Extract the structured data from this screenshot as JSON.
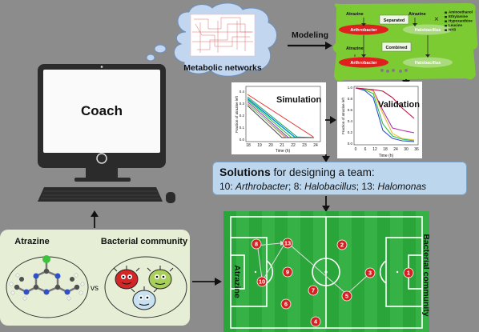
{
  "coach": {
    "label": "Coach"
  },
  "cloud": {
    "label": "Metabolic networks"
  },
  "modeling": {
    "label": "Modeling"
  },
  "model_panel": {
    "atrazine_top": "Atrazine",
    "atrazine_top2": "Atrazine",
    "atrazine_bottom": "Atrazine",
    "separated": "Separated",
    "combined": "Combined",
    "arthrobacter": "Arthrobacter",
    "halobacillus": "Halobacillus",
    "nutrients": [
      "Aminoethanol",
      "Ethylamine",
      "Hypoxanthine",
      "Leucine",
      "NH3"
    ]
  },
  "simulation": {
    "label": "Simulation",
    "ylabel": "Fraction of atrazine left",
    "xlabel": "Time (h)",
    "xticks": [
      "18",
      "19",
      "20",
      "21",
      "22",
      "23",
      "24"
    ],
    "yticks": [
      "0.0",
      "0.1",
      "0.2",
      "0.3",
      "0.4"
    ]
  },
  "validation": {
    "label": "Validation",
    "ylabel": "Fraction of atrazine left",
    "xlabel": "Time (h)",
    "xticks": [
      "0",
      "6",
      "12",
      "18",
      "24",
      "30",
      "36"
    ],
    "yticks": [
      "0.0",
      "0.2",
      "0.4",
      "0.6",
      "0.8",
      "1.0"
    ]
  },
  "solutions": {
    "title_bold": "Solutions",
    "title_rest": " for designing a team:",
    "line_parts": [
      {
        "num": "10: ",
        "name": "Arthrobacter"
      },
      {
        "num": "; 8: ",
        "name": "Halobacillus"
      },
      {
        "num": "; 13: ",
        "name": "Halomonas"
      }
    ]
  },
  "inputs": {
    "atrazine_label": "Atrazine",
    "community_label": "Bacterial community",
    "vs_label": "vs"
  },
  "field": {
    "left_team": "Atrazine",
    "right_team": "Bacterial community",
    "players": [
      "8",
      "13",
      "2",
      "10",
      "9",
      "3",
      "1",
      "7",
      "5",
      "6",
      "4"
    ]
  },
  "colors": {
    "background": "#8c8c8c",
    "field_green": "#2aa53a",
    "player_red": "#d42020",
    "cloud_blue": "#c2d6f0",
    "model_green": "#7ccb32",
    "solutions_bg": "#bcd6ee",
    "input_bg": "#e6efd6"
  }
}
